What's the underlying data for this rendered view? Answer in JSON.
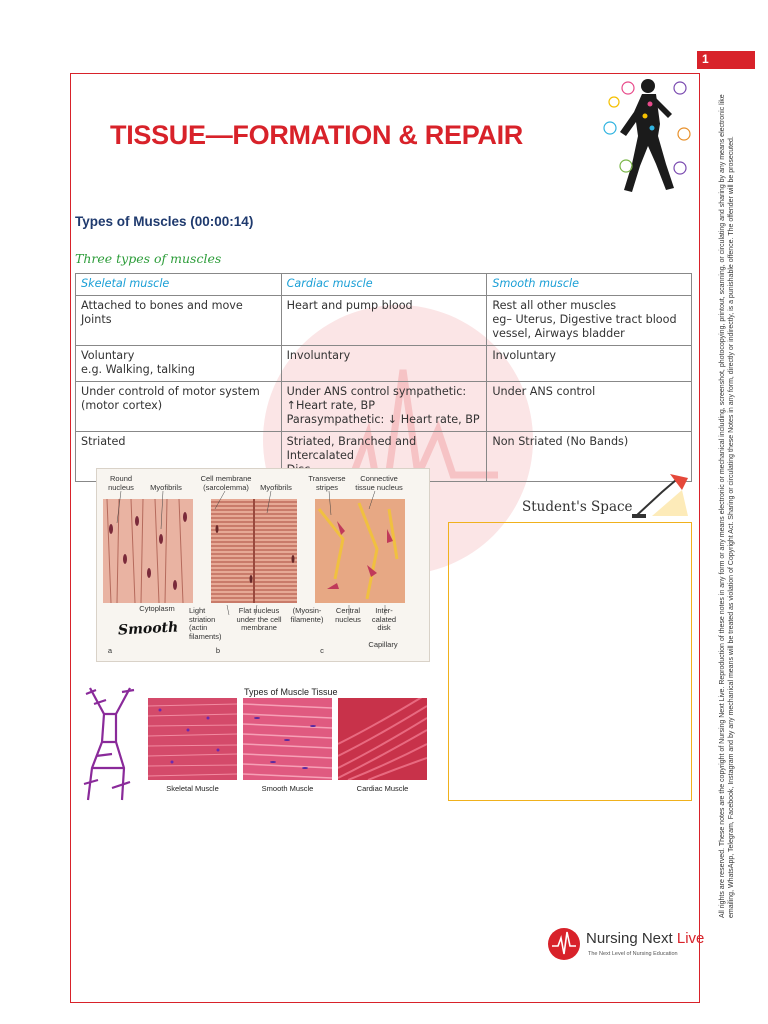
{
  "page_number": "1",
  "title": "TISSUE—FORMATION & REPAIR",
  "section": {
    "heading": "Types of Muscles (00:00:14)",
    "subheading": "Three types of muscles"
  },
  "table": {
    "headers": [
      "Skeletal muscle",
      "Cardiac muscle",
      "Smooth muscle"
    ],
    "rows": [
      [
        [
          "Attached to bones and move Joints"
        ],
        [
          "Heart and pump blood"
        ],
        [
          "Rest all other muscles",
          "eg– Uterus, Digestive tract blood",
          "vessel, Airways bladder"
        ]
      ],
      [
        [
          "Voluntary",
          "e.g. Walking, talking"
        ],
        [
          "Involuntary"
        ],
        [
          "Involuntary"
        ]
      ],
      [
        [
          "Under controld of motor system",
          "(motor cortex)"
        ],
        [
          "Under ANS control sympathetic:",
          "↑Heart rate, BP",
          "Parasympathetic: ↓ Heart rate, BP"
        ],
        [
          "Under ANS control"
        ]
      ],
      [
        [
          "Striated"
        ],
        [
          "Striated, Branched and Intercalated",
          "Disc"
        ],
        [
          "Non Striated (No Bands)"
        ]
      ]
    ]
  },
  "diagram": {
    "labels": {
      "round_nucleus": "Round\nnucleus",
      "myofibrils_a": "Myofibrils",
      "cell_membrane": "Cell membrane\n(sarcolemma)",
      "myofibrils_b": "Myofibrils",
      "transverse": "Transverse\nstripes",
      "connective": "Connective\ntissue nucleus",
      "cytoplasm": "Cytoplasm",
      "light_striation": "Light\nstriation\n(actin\nfilaments)",
      "flat_nucleus": "Flat nucleus\nunder the cell\nmembrane",
      "myosin": "(Myosin-\nfilamente)",
      "central_nucleus": "Central\nnucleus",
      "intercalated": "Inter-\ncalated\ndisk",
      "capillary": "Capillary",
      "a": "a",
      "b": "b",
      "c": "c"
    },
    "handwritten_note": "Smooth"
  },
  "student_space": {
    "label": "Student's Space"
  },
  "tissue_types": {
    "title": "Types of Muscle Tissue",
    "items": [
      "Skeletal Muscle",
      "Smooth Muscle",
      "Cardiac Muscle"
    ]
  },
  "copyright": "All rights are reserved. These notes are the copyright of Nursing Next Live. Reproduction of these notes in any form or any means electronic or mechanical including, screenshot, photocopying, printout, scanning, or circulating and sharing by any means electronic like emailing, WhatsApp, Telegram, Facebook, Instagram and by any mechanical means will be treated as violation of Copyright Act. Sharing or circulating these Notes in any form, directly or indirectly, is a punishable offence. The offender will be prosecuted.",
  "brand": {
    "name_prefix": "Nursing Next ",
    "name_suffix": "Live",
    "tagline": "The Next Level of Nursing Education"
  },
  "colors": {
    "accent_red": "#d8222a",
    "heading_blue": "#1f3a6e",
    "subhead_green": "#2d9d3a",
    "table_header_cyan": "#1a9fd6",
    "student_box": "#f0b11d"
  }
}
